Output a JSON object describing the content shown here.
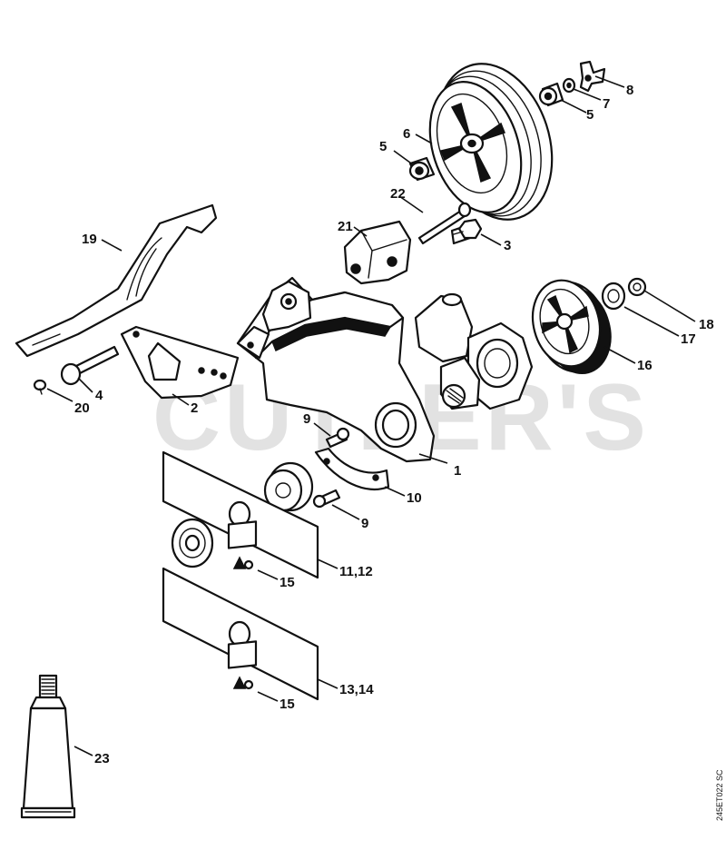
{
  "watermark": "CUTLER'S",
  "drawing_code": "245ET022 SC",
  "callouts": {
    "c1": "1",
    "c2": "2",
    "c3": "3",
    "c4": "4",
    "c5a": "5",
    "c5b": "5",
    "c6": "6",
    "c7": "7",
    "c8": "8",
    "c9a": "9",
    "c9b": "9",
    "c10": "10",
    "c1112": "11,12",
    "c1314": "13,14",
    "c15a": "15",
    "c15b": "15",
    "c16": "16",
    "c17": "17",
    "c18": "18",
    "c19": "19",
    "c20": "20",
    "c21": "21",
    "c22": "22",
    "c23": "23"
  }
}
